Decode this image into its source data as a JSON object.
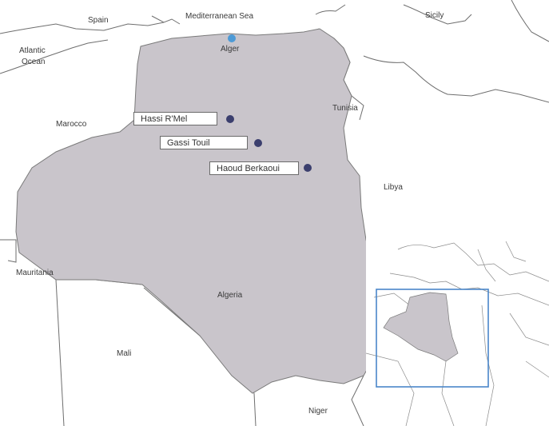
{
  "map": {
    "colors": {
      "land": "#ffffff",
      "algeria_fill": "#c9c5cb",
      "border": "#6e6e6e",
      "field_dot": "#3b3f6e",
      "capital_dot": "#4d9ad6",
      "inset_frame": "#4a86c9"
    },
    "countries": {
      "spain": "Spain",
      "morocco": "Marocco",
      "mauritania": "Mauritania",
      "mali": "Mali",
      "niger": "Niger",
      "libya": "Libya",
      "tunisia": "Tunisia",
      "algeria": "Algeria",
      "sicily": "Sicily"
    },
    "seas": {
      "atlantic_line1": "Atlantic",
      "atlantic_line2": "Ocean",
      "mediterranean": "Mediterranean Sea"
    },
    "capital": {
      "name": "Alger",
      "icon": "capital-dot"
    },
    "gas_fields": [
      {
        "name": "Hassi R'Mel",
        "icon": "field-dot"
      },
      {
        "name": "Gassi Touil",
        "icon": "field-dot"
      },
      {
        "name": "Haoud Berkaoui",
        "icon": "field-dot"
      }
    ],
    "inset": {
      "kind": "locator-map"
    }
  }
}
